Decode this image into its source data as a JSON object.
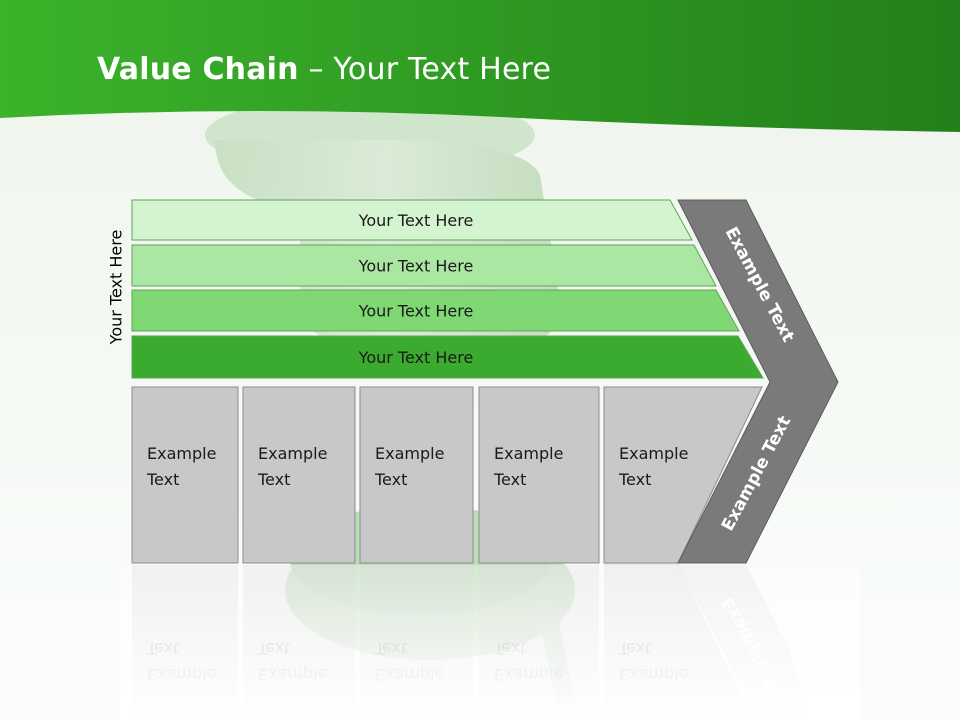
{
  "title": {
    "bold": "Value Chain",
    "rest": " – Your Text Here"
  },
  "side_label": "Your Text Here",
  "bars": [
    {
      "label": "Your Text Here",
      "fill": "#d4f3d0"
    },
    {
      "label": "Your Text Here",
      "fill": "#aae7a2"
    },
    {
      "label": "Your Text Here",
      "fill": "#7fd873"
    },
    {
      "label": "Your Text Here",
      "fill": "#3bab2f"
    }
  ],
  "columns": [
    {
      "line1": "Example",
      "line2": "Text"
    },
    {
      "line1": "Example",
      "line2": "Text"
    },
    {
      "line1": "Example",
      "line2": "Text"
    },
    {
      "line1": "Example",
      "line2": "Text"
    },
    {
      "line1": "Example",
      "line2": "Text"
    }
  ],
  "chevron": {
    "upper_label": "Example Text",
    "lower_label": "Example Text",
    "fill": "#7a7a7a"
  },
  "colors": {
    "banner": "#2e9a22",
    "column_fill": "#c8c8c8",
    "column_border": "#8c8c8c"
  }
}
